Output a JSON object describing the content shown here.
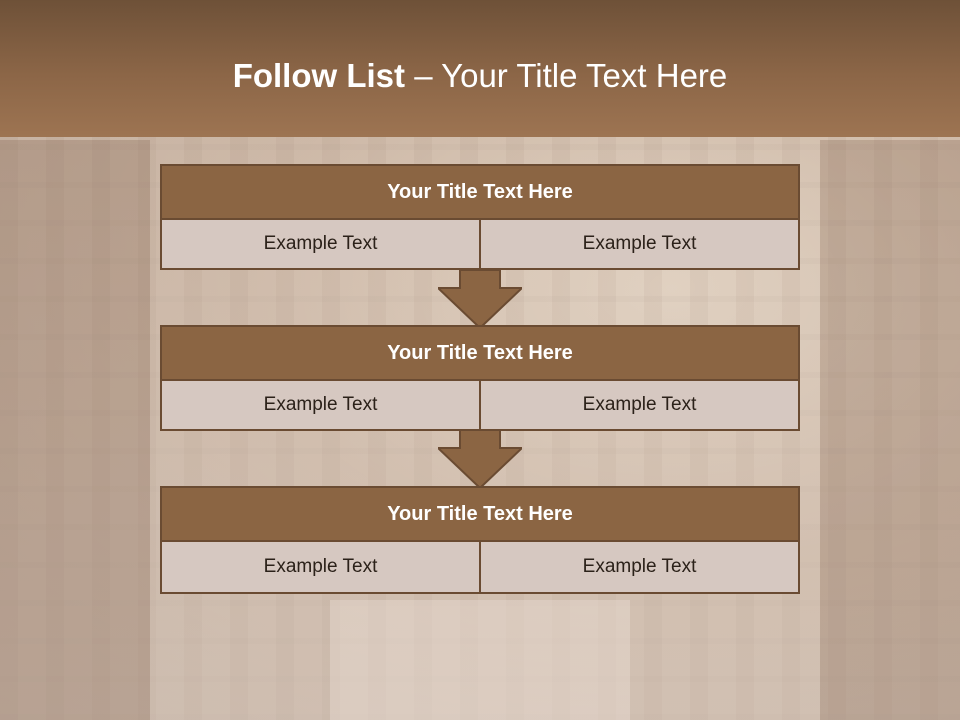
{
  "header": {
    "title_bold": "Follow List ",
    "title_rest": " – Your Title Text Here"
  },
  "blocks": [
    {
      "title": "Your Title Text Here",
      "left": "Example Text",
      "right": "Example Text"
    },
    {
      "title": "Your Title Text Here",
      "left": "Example Text",
      "right": "Example Text"
    },
    {
      "title": "Your Title Text Here",
      "left": "Example Text",
      "right": "Example Text"
    }
  ],
  "colors": {
    "header": "#8c6647",
    "block_title_bg": "#8b6543",
    "cell_bg": "#d6c8c1",
    "border": "#6a4b32",
    "arrow": "#8b6543"
  }
}
